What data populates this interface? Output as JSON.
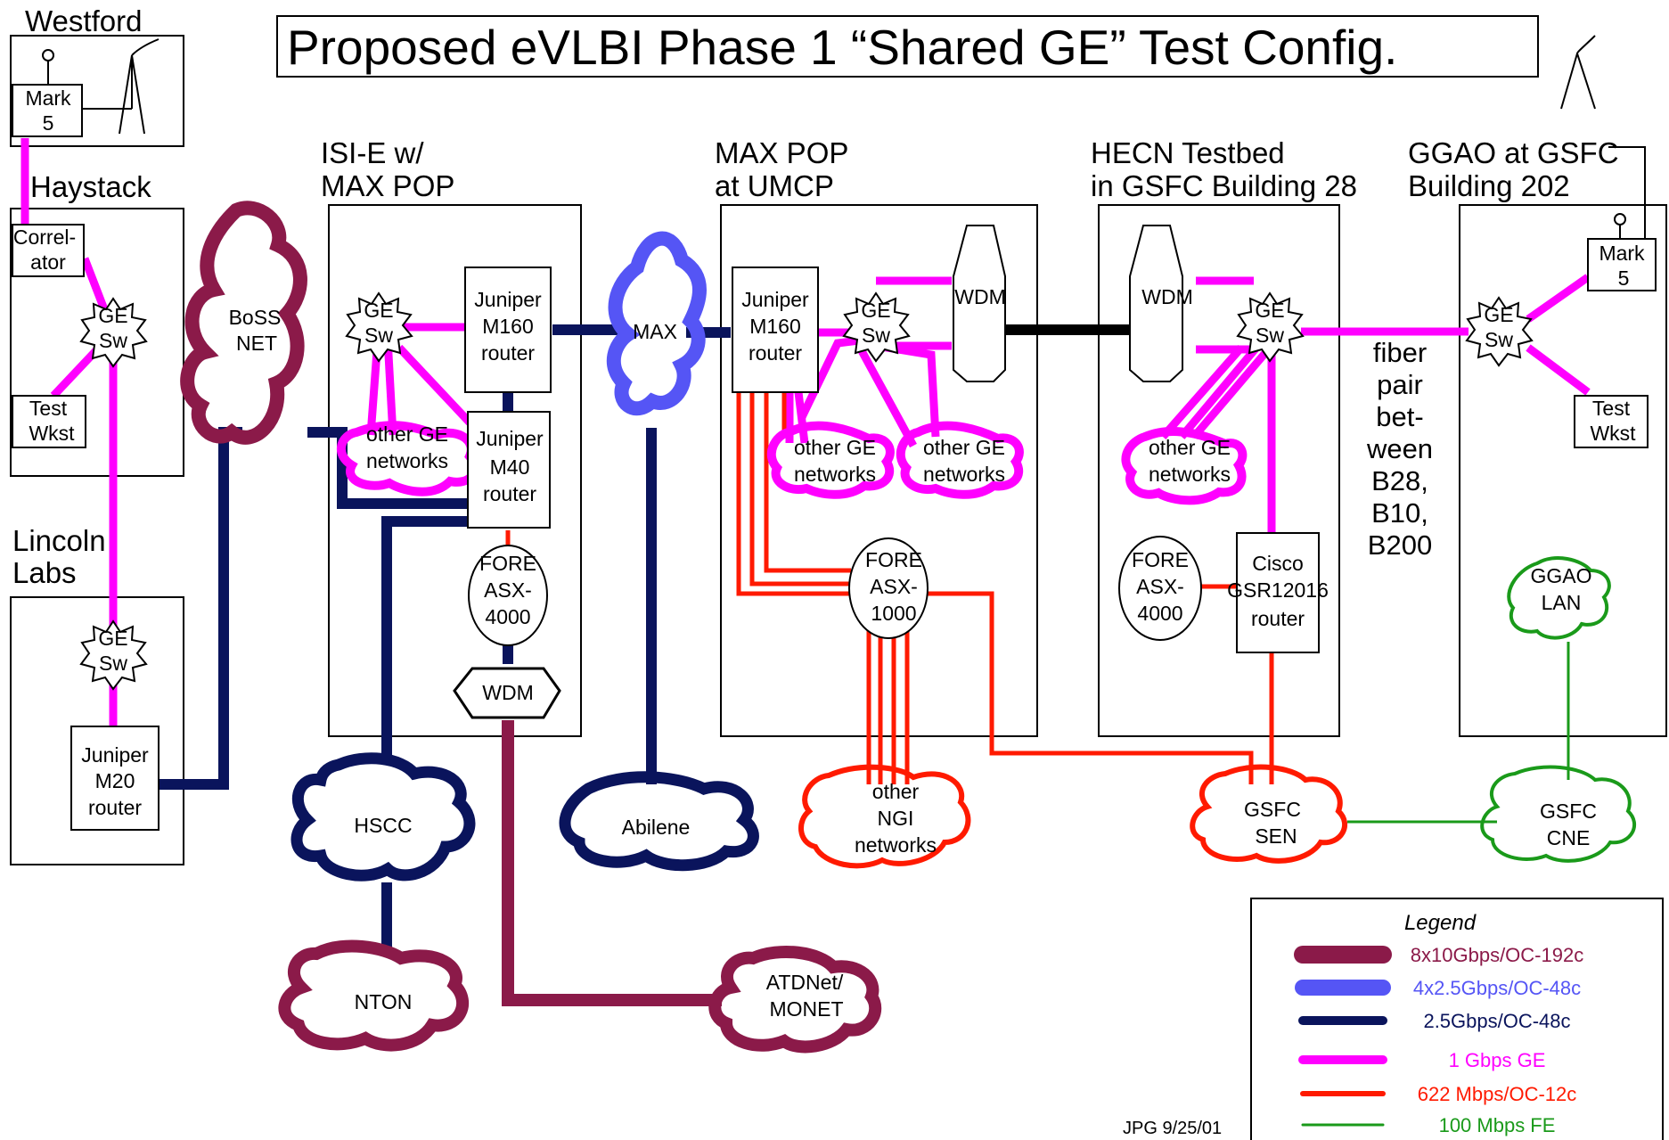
{
  "title": "Proposed eVLBI Phase 1 “Shared GE” Test Config.",
  "colors": {
    "oc192": "#8b1a49",
    "oc48_4x": "#5555f5",
    "oc48": "#0a145c",
    "ge": "#ff00ff",
    "oc12": "#ff1a00",
    "fe": "#1a9a1a"
  },
  "sites": {
    "westford": "Westford",
    "haystack": "Haystack",
    "lincoln": [
      "Lincoln",
      "Labs"
    ],
    "isi": [
      "ISI-E w/",
      "MAX POP"
    ],
    "max_pop": [
      "MAX POP",
      "at UMCP"
    ],
    "hecn": [
      "HECN Testbed",
      "in GSFC Building 28"
    ],
    "ggao": [
      "GGAO at GSFC",
      "Building 202"
    ]
  },
  "nodes": {
    "westford_mark5": [
      "Mark",
      "5"
    ],
    "correlator": [
      "Correl-",
      "ator"
    ],
    "haystack_gesw": [
      "GE",
      "Sw"
    ],
    "haystack_test": [
      "Test",
      "Wkst"
    ],
    "lincoln_gesw": [
      "GE",
      "Sw"
    ],
    "juniper_m20": [
      "Juniper",
      "M20",
      "router"
    ],
    "boss_net": [
      "BoSS",
      "NET"
    ],
    "isi_gesw": [
      "GE",
      "Sw"
    ],
    "isi_m160": [
      "Juniper",
      "M160",
      "router"
    ],
    "isi_m40": [
      "Juniper",
      "M40",
      "router"
    ],
    "isi_other_ge": [
      "other GE",
      "networks"
    ],
    "isi_fore": [
      "FORE",
      "ASX-",
      "4000"
    ],
    "isi_wdm": "WDM",
    "max_cloud": "MAX",
    "umcp_m160": [
      "Juniper",
      "M160",
      "router"
    ],
    "umcp_gesw": [
      "GE",
      "Sw"
    ],
    "umcp_wdm": "WDM",
    "umcp_other_ge_1": [
      "other GE",
      "networks"
    ],
    "umcp_other_ge_2": [
      "other GE",
      "networks"
    ],
    "umcp_fore": [
      "FORE",
      "ASX-",
      "1000"
    ],
    "hecn_wdm": "WDM",
    "hecn_gesw": [
      "GE",
      "Sw"
    ],
    "hecn_other_ge": [
      "other GE",
      "networks"
    ],
    "hecn_fore": [
      "FORE",
      "ASX-",
      "4000"
    ],
    "cisco": [
      "Cisco",
      "GSR12016",
      "router"
    ],
    "fiber_note": [
      "fiber",
      "pair",
      "bet-",
      "ween",
      "B28,",
      "B10,",
      "B200"
    ],
    "ggao_mark5": [
      "Mark",
      "5"
    ],
    "ggao_gesw": [
      "GE",
      "Sw"
    ],
    "ggao_test": [
      "Test",
      "Wkst"
    ],
    "ggao_lan": [
      "GGAO",
      "LAN"
    ],
    "hscc": "HSCC",
    "nton": "NTON",
    "abilene": "Abilene",
    "atdnet": [
      "ATDNet/",
      "MONET"
    ],
    "ngi": [
      "other",
      "NGI",
      "networks"
    ],
    "gsfc_sen": [
      "GSFC",
      "SEN"
    ],
    "gsfc_cne": [
      "GSFC",
      "CNE"
    ]
  },
  "legend": {
    "title": "Legend",
    "items": [
      {
        "label": "8x10Gbps/OC-192c",
        "color": "#8b1a49"
      },
      {
        "label": "4x2.5Gbps/OC-48c",
        "color": "#5555f5"
      },
      {
        "label": "2.5Gbps/OC-48c",
        "color": "#0a145c"
      },
      {
        "label": "1 Gbps GE",
        "color": "#ff00ff"
      },
      {
        "label": "622 Mbps/OC-12c",
        "color": "#ff1a00"
      },
      {
        "label": "100 Mbps FE",
        "color": "#1a9a1a"
      }
    ]
  },
  "footer": "JPG 9/25/01"
}
